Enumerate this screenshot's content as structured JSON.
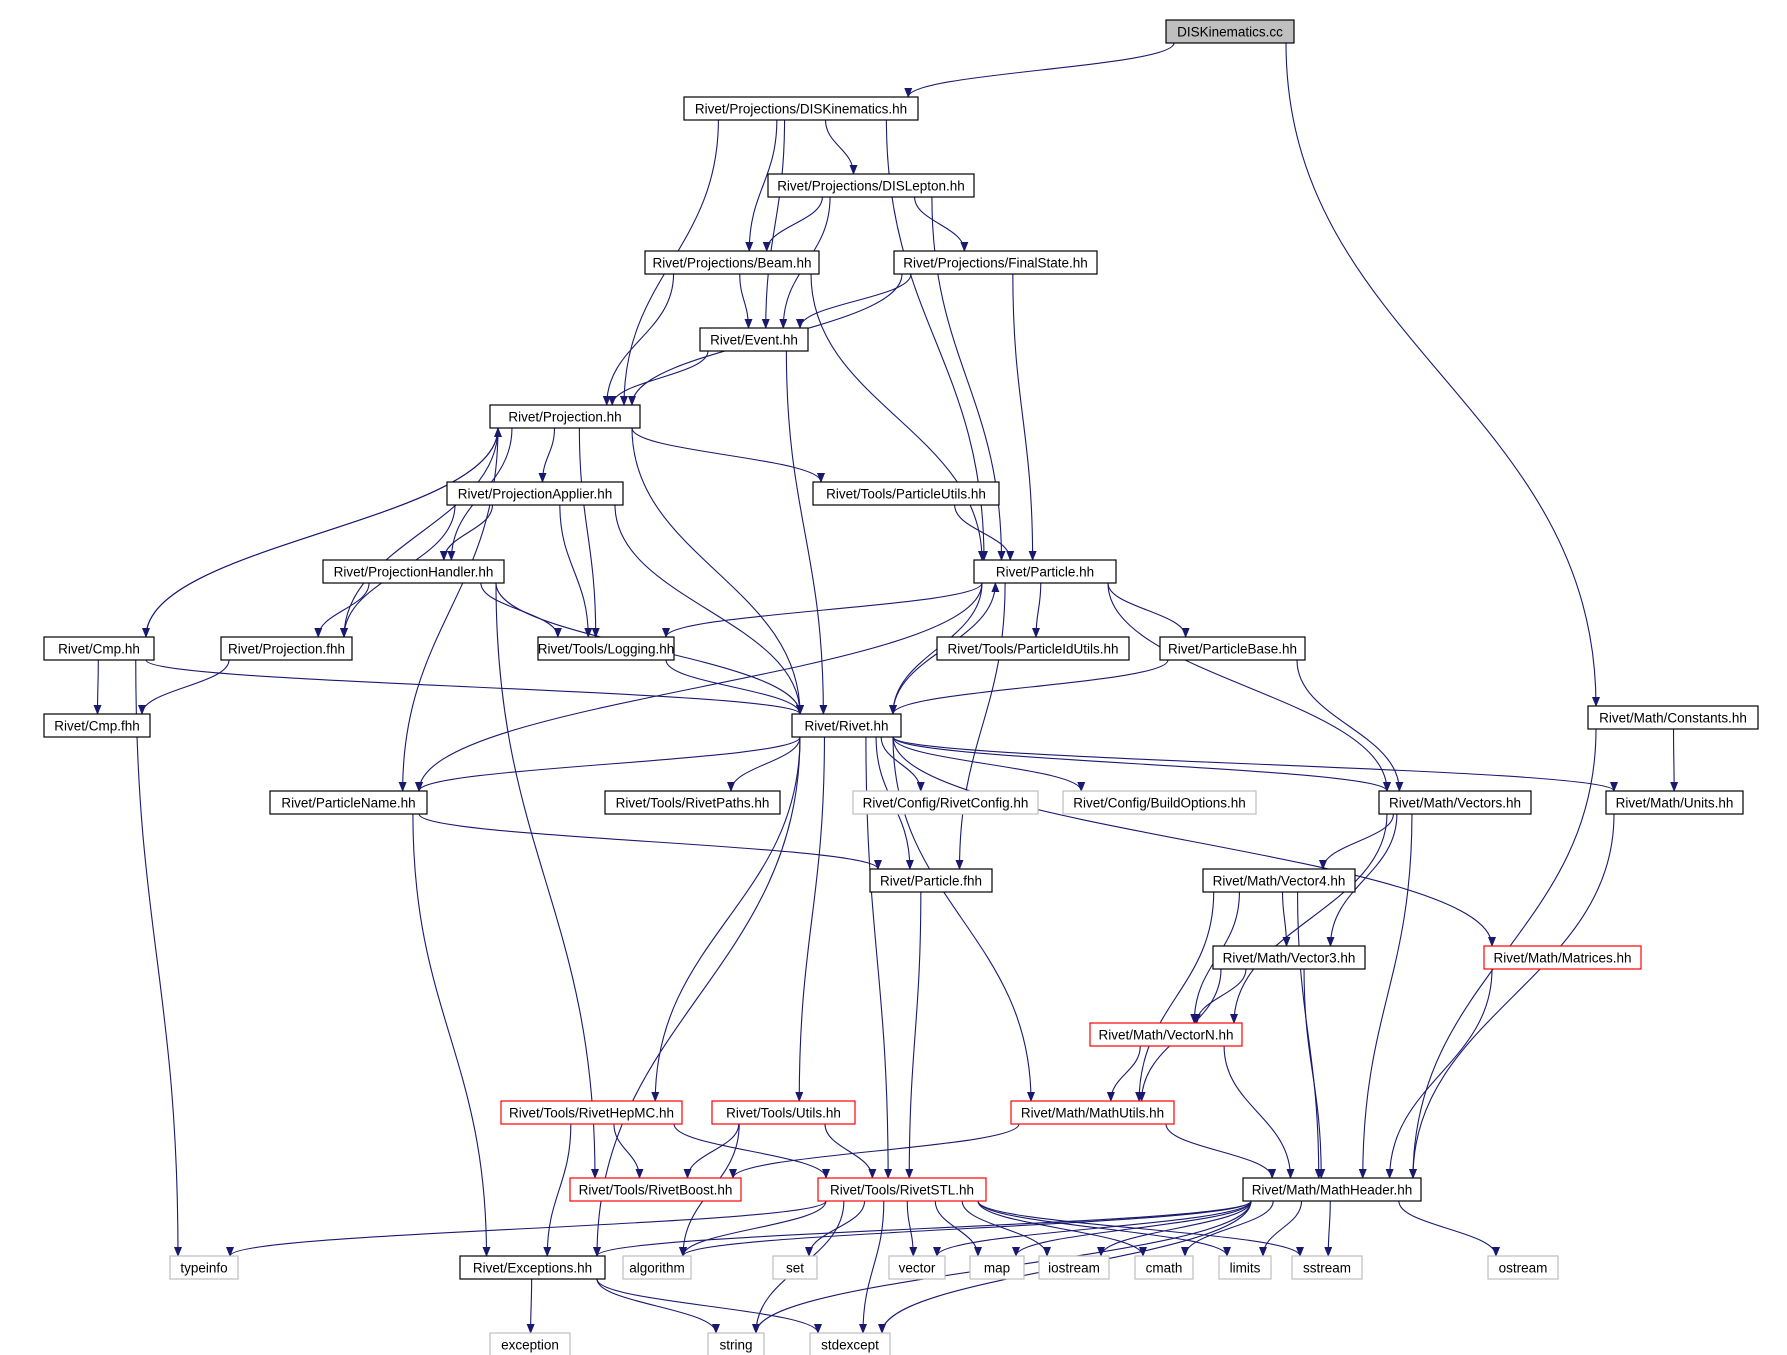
{
  "colors": {
    "edge": "#191970",
    "arrow": "#191970",
    "normal_border": "#000000",
    "missing_border": "#bfbfbf",
    "red_border": "#ff0000",
    "root_fill": "#bfbfbf",
    "fill": "#ffffff"
  },
  "nodes": [
    {
      "id": "root",
      "label": "DISKinematics.cc",
      "style": "root"
    },
    {
      "id": "diskin",
      "label": "Rivet/Projections/DISKinematics.hh",
      "style": "normal"
    },
    {
      "id": "dislep",
      "label": "Rivet/Projections/DISLepton.hh",
      "style": "normal"
    },
    {
      "id": "beam",
      "label": "Rivet/Projections/Beam.hh",
      "style": "normal"
    },
    {
      "id": "finalstate",
      "label": "Rivet/Projections/FinalState.hh",
      "style": "normal"
    },
    {
      "id": "event",
      "label": "Rivet/Event.hh",
      "style": "normal"
    },
    {
      "id": "projection",
      "label": "Rivet/Projection.hh",
      "style": "normal"
    },
    {
      "id": "projapplier",
      "label": "Rivet/ProjectionApplier.hh",
      "style": "normal"
    },
    {
      "id": "particleutils",
      "label": "Rivet/Tools/ParticleUtils.hh",
      "style": "normal"
    },
    {
      "id": "projhandler",
      "label": "Rivet/ProjectionHandler.hh",
      "style": "normal"
    },
    {
      "id": "particle",
      "label": "Rivet/Particle.hh",
      "style": "normal"
    },
    {
      "id": "cmp",
      "label": "Rivet/Cmp.hh",
      "style": "normal"
    },
    {
      "id": "projfhh",
      "label": "Rivet/Projection.fhh",
      "style": "normal"
    },
    {
      "id": "logging",
      "label": "Rivet/Tools/Logging.hh",
      "style": "normal"
    },
    {
      "id": "pidutils",
      "label": "Rivet/Tools/ParticleIdUtils.hh",
      "style": "normal"
    },
    {
      "id": "particlebase",
      "label": "Rivet/ParticleBase.hh",
      "style": "normal"
    },
    {
      "id": "cmpfhh",
      "label": "Rivet/Cmp.fhh",
      "style": "normal"
    },
    {
      "id": "rivet",
      "label": "Rivet/Rivet.hh",
      "style": "normal"
    },
    {
      "id": "constants",
      "label": "Rivet/Math/Constants.hh",
      "style": "normal"
    },
    {
      "id": "particlename",
      "label": "Rivet/ParticleName.hh",
      "style": "normal"
    },
    {
      "id": "rivetpaths",
      "label": "Rivet/Tools/RivetPaths.hh",
      "style": "normal"
    },
    {
      "id": "rivetconfig",
      "label": "Rivet/Config/RivetConfig.hh",
      "style": "missing"
    },
    {
      "id": "buildoptions",
      "label": "Rivet/Config/BuildOptions.hh",
      "style": "missing"
    },
    {
      "id": "vectors",
      "label": "Rivet/Math/Vectors.hh",
      "style": "normal"
    },
    {
      "id": "units",
      "label": "Rivet/Math/Units.hh",
      "style": "normal"
    },
    {
      "id": "particlefhh",
      "label": "Rivet/Particle.fhh",
      "style": "normal"
    },
    {
      "id": "vector4",
      "label": "Rivet/Math/Vector4.hh",
      "style": "normal"
    },
    {
      "id": "vector3",
      "label": "Rivet/Math/Vector3.hh",
      "style": "normal"
    },
    {
      "id": "matrices",
      "label": "Rivet/Math/Matrices.hh",
      "style": "red"
    },
    {
      "id": "vectorn",
      "label": "Rivet/Math/VectorN.hh",
      "style": "red"
    },
    {
      "id": "hepmc",
      "label": "Rivet/Tools/RivetHepMC.hh",
      "style": "red"
    },
    {
      "id": "utils",
      "label": "Rivet/Tools/Utils.hh",
      "style": "red"
    },
    {
      "id": "mathutils",
      "label": "Rivet/Math/MathUtils.hh",
      "style": "red"
    },
    {
      "id": "rivetboost",
      "label": "Rivet/Tools/RivetBoost.hh",
      "style": "red"
    },
    {
      "id": "rivetstl",
      "label": "Rivet/Tools/RivetSTL.hh",
      "style": "red"
    },
    {
      "id": "mathheader",
      "label": "Rivet/Math/MathHeader.hh",
      "style": "normal"
    },
    {
      "id": "typeinfo",
      "label": "typeinfo",
      "style": "missing"
    },
    {
      "id": "exceptions",
      "label": "Rivet/Exceptions.hh",
      "style": "normal"
    },
    {
      "id": "algorithm",
      "label": "algorithm",
      "style": "missing"
    },
    {
      "id": "set",
      "label": "set",
      "style": "missing"
    },
    {
      "id": "vector",
      "label": "vector",
      "style": "missing"
    },
    {
      "id": "map",
      "label": "map",
      "style": "missing"
    },
    {
      "id": "iostream",
      "label": "iostream",
      "style": "missing"
    },
    {
      "id": "cmath",
      "label": "cmath",
      "style": "missing"
    },
    {
      "id": "limits",
      "label": "limits",
      "style": "missing"
    },
    {
      "id": "sstream",
      "label": "sstream",
      "style": "missing"
    },
    {
      "id": "ostream",
      "label": "ostream",
      "style": "missing"
    },
    {
      "id": "exception",
      "label": "exception",
      "style": "missing"
    },
    {
      "id": "string",
      "label": "string",
      "style": "missing"
    },
    {
      "id": "stdexcept",
      "label": "stdexcept",
      "style": "missing"
    }
  ],
  "edges": [
    [
      "root",
      "diskin"
    ],
    [
      "root",
      "constants"
    ],
    [
      "diskin",
      "dislep"
    ],
    [
      "diskin",
      "beam"
    ],
    [
      "diskin",
      "event"
    ],
    [
      "diskin",
      "projection"
    ],
    [
      "diskin",
      "particle"
    ],
    [
      "dislep",
      "beam"
    ],
    [
      "dislep",
      "finalstate"
    ],
    [
      "dislep",
      "event"
    ],
    [
      "dislep",
      "particle"
    ],
    [
      "beam",
      "event"
    ],
    [
      "beam",
      "projection"
    ],
    [
      "beam",
      "particle"
    ],
    [
      "finalstate",
      "event"
    ],
    [
      "finalstate",
      "projection"
    ],
    [
      "finalstate",
      "particle"
    ],
    [
      "event",
      "projection"
    ],
    [
      "event",
      "rivet"
    ],
    [
      "projection",
      "projapplier"
    ],
    [
      "projection",
      "particleutils"
    ],
    [
      "projection",
      "projhandler"
    ],
    [
      "projection",
      "cmp"
    ],
    [
      "projection",
      "projfhh"
    ],
    [
      "projection",
      "logging"
    ],
    [
      "projection",
      "rivet"
    ],
    [
      "projection",
      "particlename"
    ],
    [
      "projapplier",
      "projhandler"
    ],
    [
      "projapplier",
      "projfhh"
    ],
    [
      "projapplier",
      "logging"
    ],
    [
      "projapplier",
      "rivet"
    ],
    [
      "particleutils",
      "particle"
    ],
    [
      "projhandler",
      "projfhh"
    ],
    [
      "projhandler",
      "logging"
    ],
    [
      "projhandler",
      "rivet"
    ],
    [
      "projhandler",
      "rivetboost"
    ],
    [
      "cmp",
      "projection"
    ],
    [
      "cmp",
      "cmpfhh"
    ],
    [
      "cmp",
      "rivet"
    ],
    [
      "cmp",
      "typeinfo"
    ],
    [
      "projfhh",
      "cmpfhh"
    ],
    [
      "logging",
      "rivet"
    ],
    [
      "particle",
      "logging"
    ],
    [
      "particle",
      "pidutils"
    ],
    [
      "particle",
      "particlebase"
    ],
    [
      "particle",
      "rivet"
    ],
    [
      "particle",
      "particlename"
    ],
    [
      "particle",
      "vectors"
    ],
    [
      "particle",
      "particlefhh"
    ],
    [
      "particlebase",
      "rivet"
    ],
    [
      "particlebase",
      "vectors"
    ],
    [
      "rivet",
      "particle"
    ],
    [
      "rivet",
      "particlename"
    ],
    [
      "rivet",
      "rivetpaths"
    ],
    [
      "rivet",
      "rivetconfig"
    ],
    [
      "rivet",
      "buildoptions"
    ],
    [
      "rivet",
      "vectors"
    ],
    [
      "rivet",
      "units"
    ],
    [
      "rivet",
      "particlefhh"
    ],
    [
      "rivet",
      "matrices"
    ],
    [
      "rivet",
      "hepmc"
    ],
    [
      "rivet",
      "utils"
    ],
    [
      "rivet",
      "mathutils"
    ],
    [
      "rivet",
      "rivetstl"
    ],
    [
      "rivet",
      "exceptions"
    ],
    [
      "constants",
      "units"
    ],
    [
      "constants",
      "mathheader"
    ],
    [
      "particlename",
      "particlefhh"
    ],
    [
      "particlename",
      "exceptions"
    ],
    [
      "vectors",
      "vector4"
    ],
    [
      "vectors",
      "vector3"
    ],
    [
      "vectors",
      "vectorn"
    ],
    [
      "vectors",
      "mathheader"
    ],
    [
      "units",
      "mathheader"
    ],
    [
      "particlefhh",
      "rivetstl"
    ],
    [
      "vector4",
      "vector3"
    ],
    [
      "vector4",
      "vectorn"
    ],
    [
      "vector4",
      "mathutils"
    ],
    [
      "vector4",
      "mathheader"
    ],
    [
      "vector3",
      "vectorn"
    ],
    [
      "vector3",
      "mathutils"
    ],
    [
      "vector3",
      "mathheader"
    ],
    [
      "matrices",
      "mathheader"
    ],
    [
      "vectorn",
      "mathutils"
    ],
    [
      "vectorn",
      "mathheader"
    ],
    [
      "hepmc",
      "rivetboost"
    ],
    [
      "hepmc",
      "rivetstl"
    ],
    [
      "hepmc",
      "exceptions"
    ],
    [
      "utils",
      "rivetboost"
    ],
    [
      "utils",
      "rivetstl"
    ],
    [
      "utils",
      "algorithm"
    ],
    [
      "mathutils",
      "rivetboost"
    ],
    [
      "mathutils",
      "mathheader"
    ],
    [
      "rivetstl",
      "typeinfo"
    ],
    [
      "rivetstl",
      "algorithm"
    ],
    [
      "rivetstl",
      "set"
    ],
    [
      "rivetstl",
      "vector"
    ],
    [
      "rivetstl",
      "map"
    ],
    [
      "rivetstl",
      "iostream"
    ],
    [
      "rivetstl",
      "cmath"
    ],
    [
      "rivetstl",
      "limits"
    ],
    [
      "rivetstl",
      "sstream"
    ],
    [
      "rivetstl",
      "string"
    ],
    [
      "rivetstl",
      "stdexcept"
    ],
    [
      "mathheader",
      "exceptions"
    ],
    [
      "mathheader",
      "algorithm"
    ],
    [
      "mathheader",
      "vector"
    ],
    [
      "mathheader",
      "map"
    ],
    [
      "mathheader",
      "iostream"
    ],
    [
      "mathheader",
      "cmath"
    ],
    [
      "mathheader",
      "limits"
    ],
    [
      "mathheader",
      "sstream"
    ],
    [
      "mathheader",
      "ostream"
    ],
    [
      "mathheader",
      "string"
    ],
    [
      "mathheader",
      "stdexcept"
    ],
    [
      "exceptions",
      "exception"
    ],
    [
      "exceptions",
      "string"
    ],
    [
      "exceptions",
      "stdexcept"
    ]
  ]
}
